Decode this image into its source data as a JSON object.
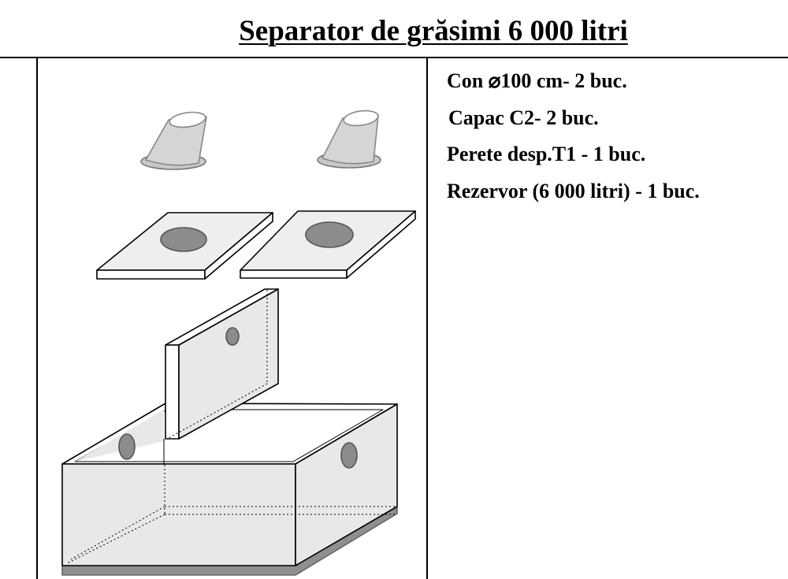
{
  "title": "Separator de grăsimi 6 000 litri",
  "components": [
    {
      "label": "Con  ⌀100 cm- 2 buc."
    },
    {
      "label": "Capac C2- 2 buc."
    },
    {
      "label": "Perete desp.T1 - 1 buc."
    },
    {
      "label": "Rezervor (6 000 litri) - 1 buc."
    }
  ],
  "colors": {
    "face": "#e8e8e8",
    "hole": "#8c8c8c",
    "base": "#8f8f8f",
    "line": "#000000"
  }
}
